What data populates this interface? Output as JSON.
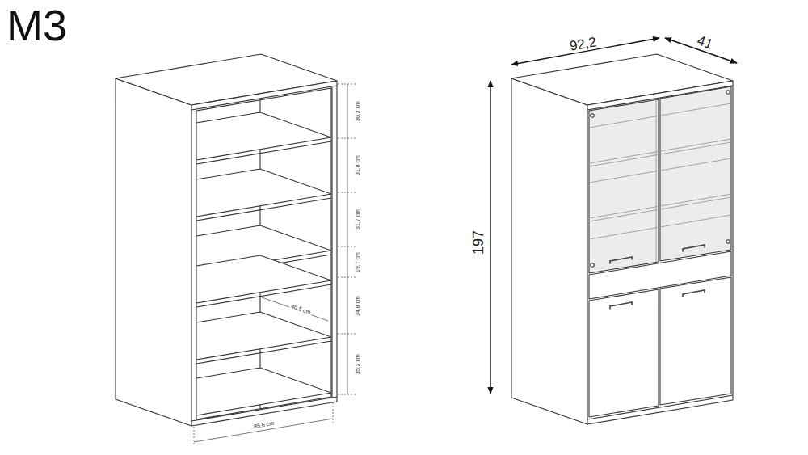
{
  "diagram": {
    "title": "M3",
    "labels": [
      "92,2",
      "41",
      "197",
      "30,2 cm",
      "31,8 cm",
      "31,7 cm",
      "19,7 cm",
      "34,8 cm",
      "35,2 cm",
      "40,5 cm",
      "85,6 cm"
    ]
  }
}
